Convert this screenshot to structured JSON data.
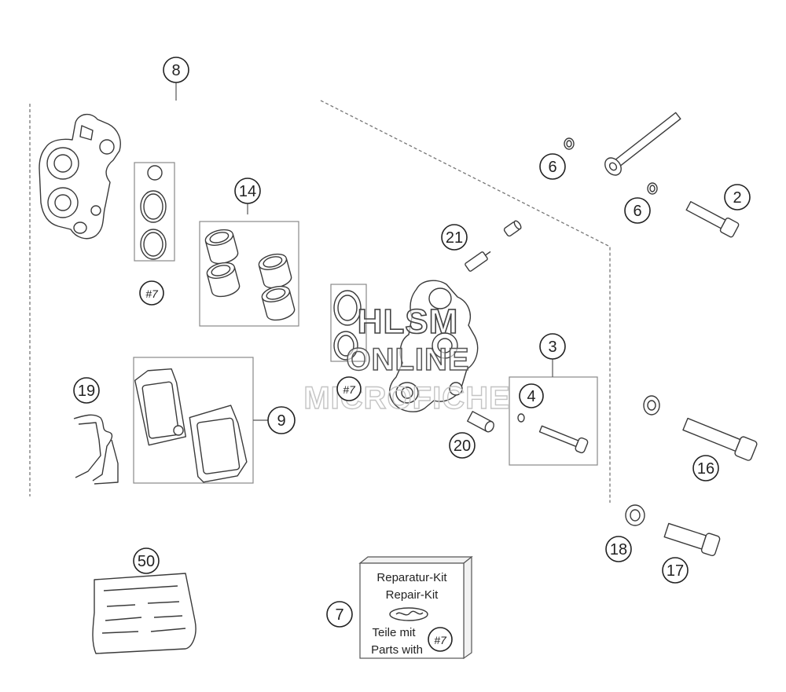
{
  "diagram": {
    "callouts": [
      {
        "label": "8"
      },
      {
        "label": "14"
      },
      {
        "label": "#7"
      },
      {
        "label": "19"
      },
      {
        "label": "9"
      },
      {
        "label": "21"
      },
      {
        "label": "#7"
      },
      {
        "label": "20"
      },
      {
        "label": "3"
      },
      {
        "label": "4"
      },
      {
        "label": "6"
      },
      {
        "label": "6"
      },
      {
        "label": "2"
      },
      {
        "label": "16"
      },
      {
        "label": "18"
      },
      {
        "label": "17"
      },
      {
        "label": "50"
      },
      {
        "label": "7"
      },
      {
        "label": "#7"
      }
    ],
    "repair_kit": {
      "line1": "Reparatur-Kit",
      "line2": "Repair-Kit",
      "line3": "Teile mit",
      "line4": "Parts with"
    }
  },
  "watermark": {
    "line1": "HLSM",
    "line2": "ONLINE",
    "line3": "MICROFICHE"
  },
  "colors": {
    "ink": "#3a3a3a",
    "background": "#ffffff",
    "watermark": "#c4c4c4"
  }
}
